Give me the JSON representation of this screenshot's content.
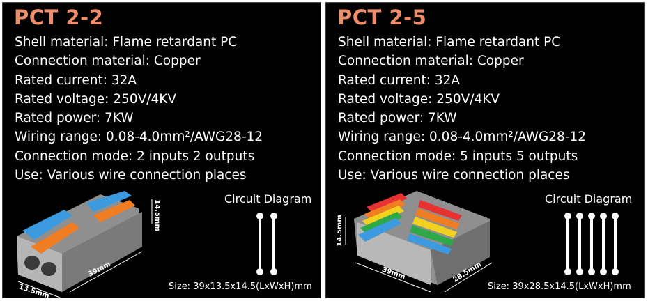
{
  "panels": [
    {
      "title": "PCT 2-2",
      "specs": [
        "Shell material: Flame retardant PC",
        "Connection material: Copper",
        "Rated current: 32A",
        "Rated voltage: 250V/4KV",
        "Rated power: 7KW",
        "Wiring range: 0.08-4.0mm²/AWG28-12",
        "Connection mode: 2 inputs 2 outputs",
        "Use: Various wire connection places"
      ],
      "circuit_title": "Circuit Diagram",
      "size_text": "Size: 39x13.5x14.5(LxWxH)mm",
      "dims": {
        "length": "39mm",
        "width": "13.5mm",
        "height": "14.5mm"
      },
      "lever_colors": [
        "#f07d22",
        "#3c9be0"
      ]
    },
    {
      "title": "PCT 2-5",
      "specs": [
        "Shell material: Flame retardant PC",
        "Connection material: Copper",
        "Rated current: 32A",
        "Rated voltage: 250V/4KV",
        "Rated power: 7KW",
        "Wiring range: 0.08-4.0mm²/AWG28-12",
        "Connection mode: 5 inputs 5 outputs",
        "Use: Various wire connection places"
      ],
      "circuit_title": "Circuit Diagram",
      "size_text": "Size: 39x28.5x14.5(LxWxH)mm",
      "dims": {
        "length": "39mm",
        "width": "28.5mm",
        "height": "14.5mm"
      },
      "lever_colors": [
        "#e63232",
        "#f07d22",
        "#f2d21e",
        "#2fa84a",
        "#3c9be0"
      ]
    }
  ],
  "icons": [
    "connector-product-image",
    "circuit-diagram-icon"
  ]
}
